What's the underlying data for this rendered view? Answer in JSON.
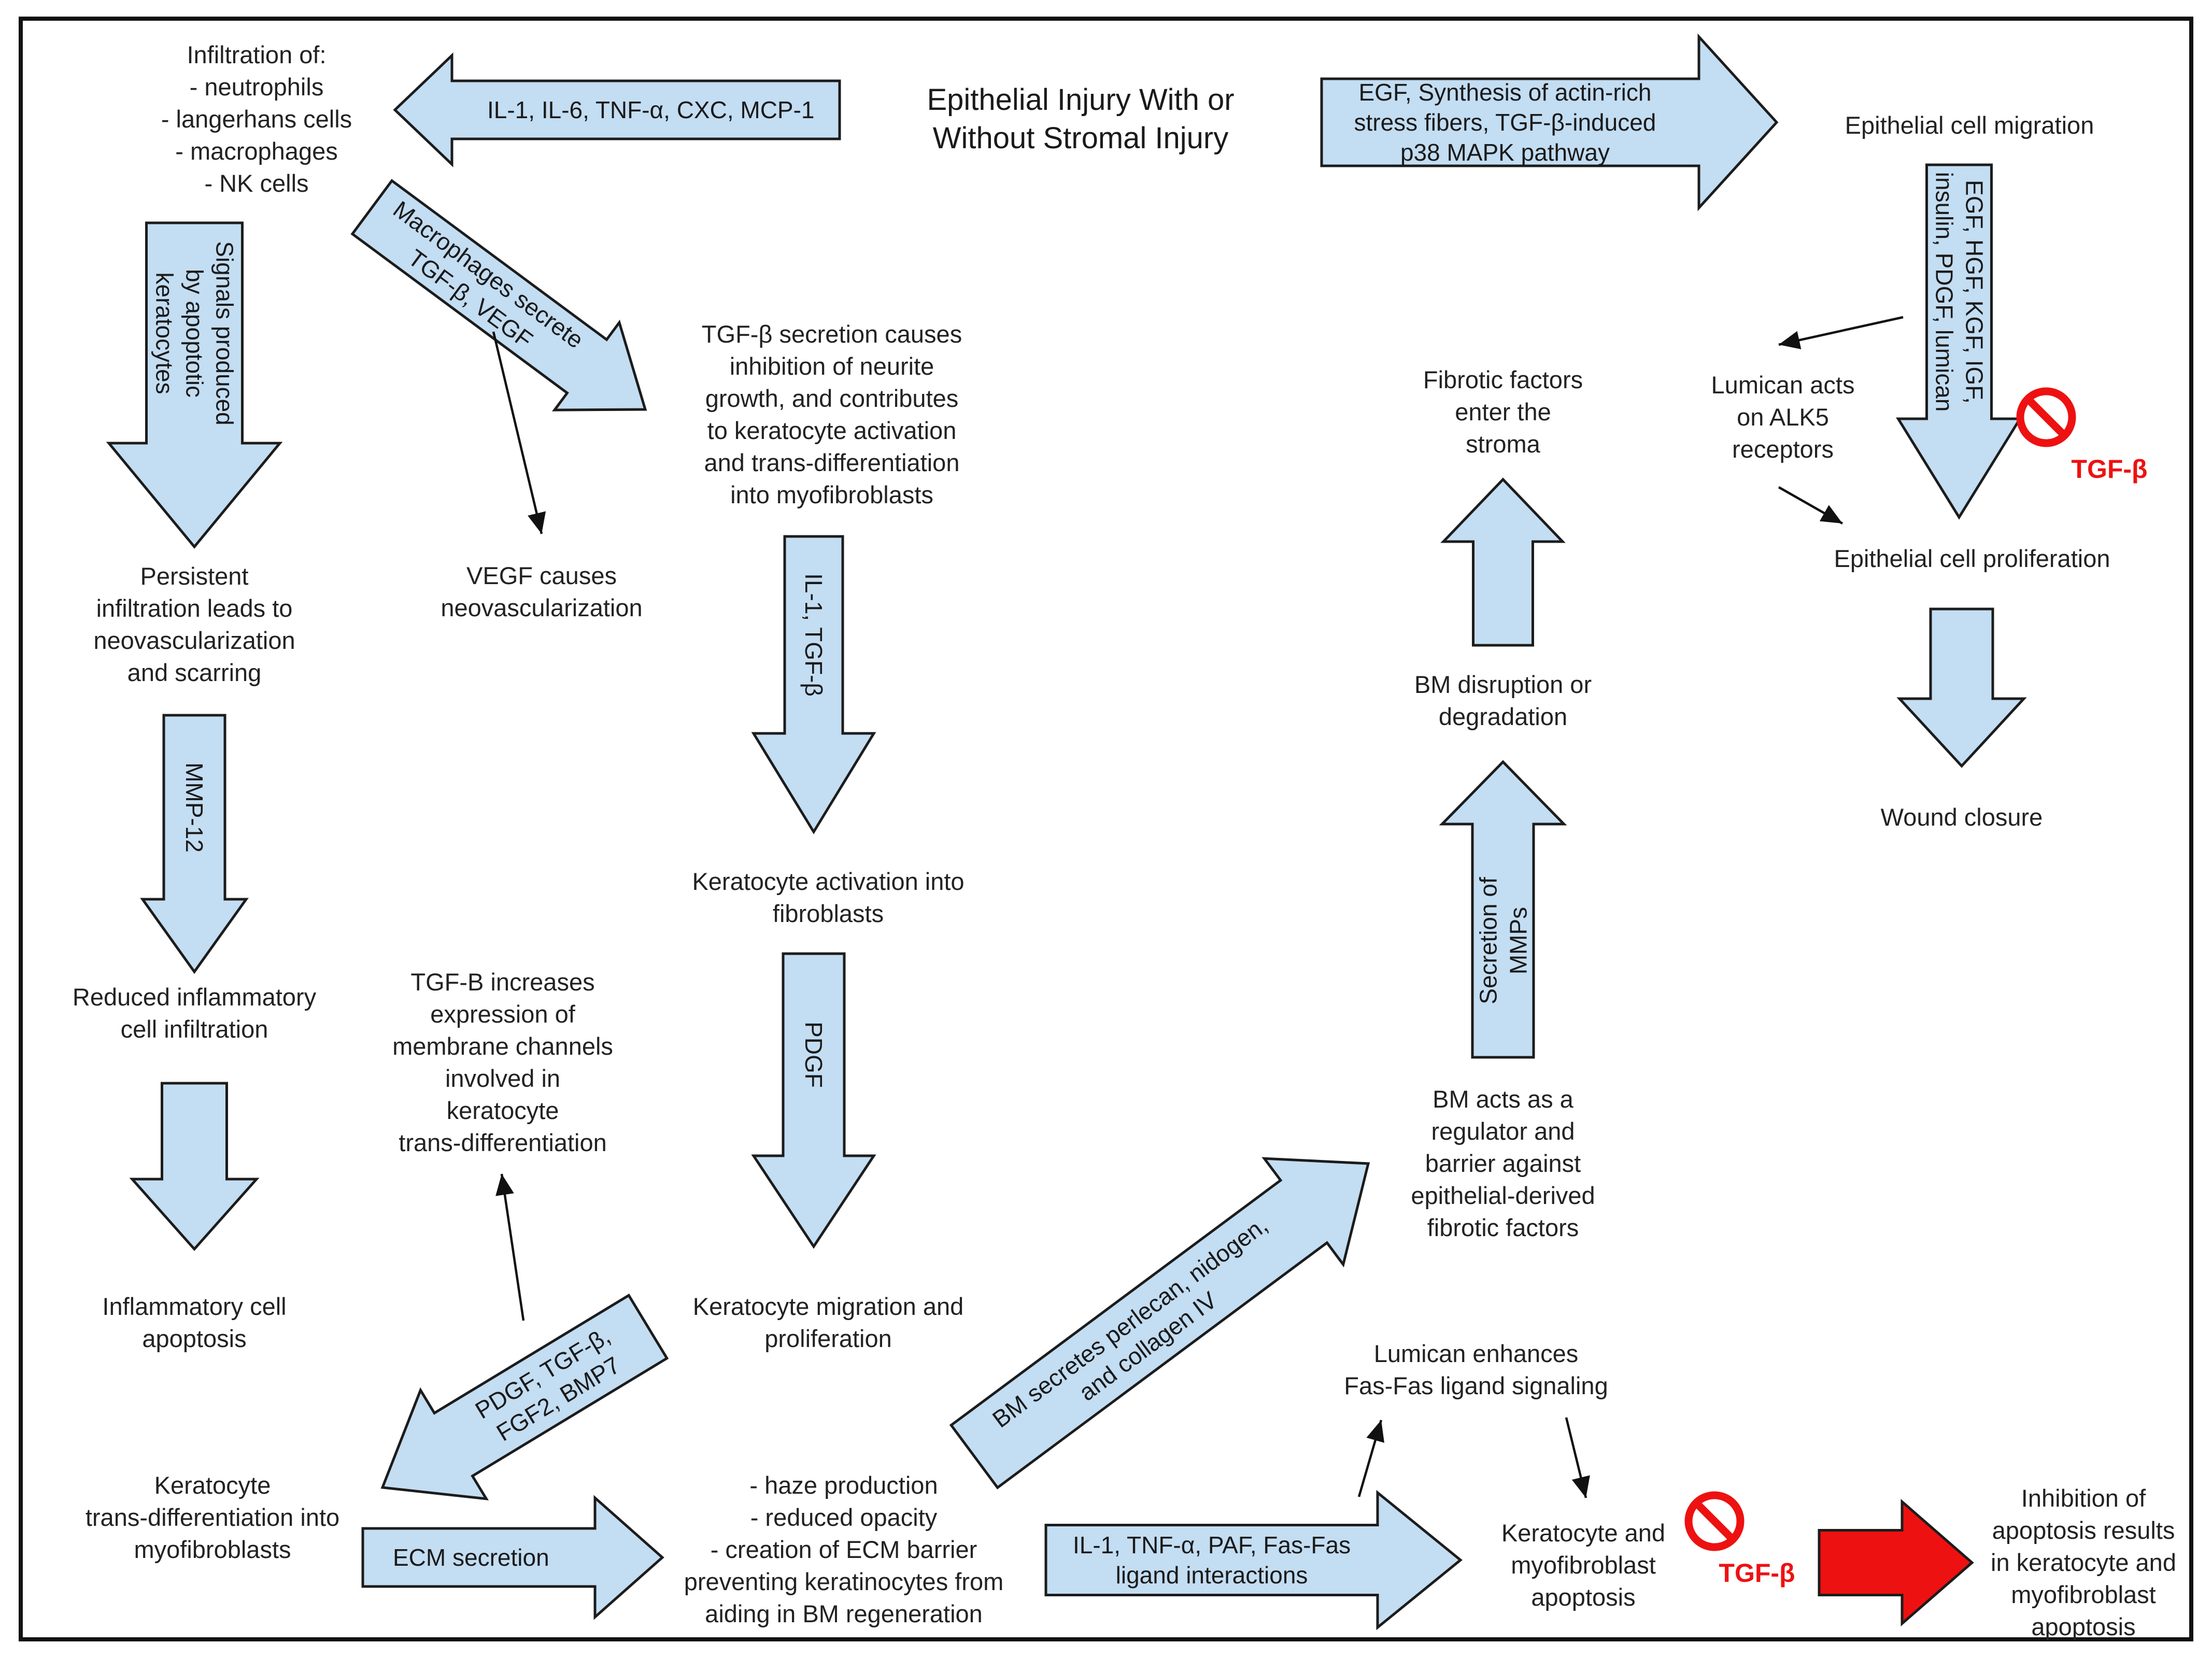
{
  "title": [
    "Epithelial Injury With or",
    "Without Stromal Injury"
  ],
  "colors": {
    "arrow_fill": "#c3ddf2",
    "arrow_stroke": "#1c1c1c",
    "inhibit_red": "#ee1111",
    "text": "#222222"
  },
  "icons": {
    "inhibit": "prohibition-sign-icon"
  },
  "nodes": {
    "infiltration": [
      "Infiltration of:",
      "- neutrophils",
      "- langerhans cells",
      "- macrophages",
      "- NK cells"
    ],
    "epi_migration": [
      "Epithelial cell migration"
    ],
    "tgf_neurite": [
      "TGF-β secretion causes",
      "inhibition of neurite",
      "growth, and contributes",
      "to keratocyte activation",
      "and trans-differentiation",
      "into myofibroblasts"
    ],
    "fibrotic_enter": [
      "Fibrotic factors",
      "enter the",
      "stroma"
    ],
    "lumican_alk5": [
      "Lumican acts",
      "on ALK5",
      "receptors"
    ],
    "persistent": [
      "Persistent",
      "infiltration leads to",
      "neovascularization",
      "and scarring"
    ],
    "vegf_neo": [
      "VEGF causes",
      "neovascularization"
    ],
    "epi_prolif": [
      "Epithelial cell proliferation"
    ],
    "bm_disruption": [
      "BM disruption or",
      "degradation"
    ],
    "wound_closure": [
      "Wound closure"
    ],
    "kera_activation": [
      "Keratocyte activation into",
      "fibroblasts"
    ],
    "reduced_infl": [
      "Reduced inflammatory",
      "cell infiltration"
    ],
    "tgfb_channels": [
      "TGF-B increases",
      "expression of",
      "membrane channels",
      "involved in",
      "keratocyte",
      "trans-differentiation"
    ],
    "bm_regulator": [
      "BM acts as a",
      "regulator and",
      "barrier against",
      "epithelial-derived",
      "fibrotic factors"
    ],
    "infl_apoptosis": [
      "Inflammatory cell",
      "apoptosis"
    ],
    "kera_migration": [
      "Keratocyte migration and",
      "proliferation"
    ],
    "lumican_fas": [
      "Lumican enhances",
      "Fas-Fas ligand signaling"
    ],
    "kera_trans": [
      "Keratocyte",
      "trans-differentiation into",
      "myofibroblasts"
    ],
    "haze": [
      "- haze production",
      "- reduced opacity",
      "- creation of ECM barrier",
      "preventing keratinocytes from",
      "aiding in BM regeneration"
    ],
    "kera_apoptosis": [
      "Keratocyte and",
      "myofibroblast",
      "apoptosis"
    ],
    "inhibition_apoptosis": [
      "Inhibition of",
      "apoptosis results",
      "in keratocyte and",
      "myofibroblast",
      "apoptosis"
    ],
    "tgfb_red_1": [
      "TGF-β"
    ],
    "tgfb_red_2": [
      "TGF-β"
    ]
  },
  "arrows": {
    "il1_il6": [
      "IL-1, IL-6, TNF-α, CXC, MCP-1"
    ],
    "egf_actin": [
      "EGF, Synthesis of actin-rich",
      "stress fibers, TGF-β-induced",
      "p38 MAPK pathway"
    ],
    "signals_apoptotic": [
      "Signals produced",
      "by apoptotic",
      "keratocytes"
    ],
    "macrophages": [
      "Macrophages secrete",
      "TGF-β, VEGF"
    ],
    "egf_hgf": [
      "EGF, HGF, KGF, IGF,",
      "insulin, PDGF, lumican"
    ],
    "il1_tgfb": [
      "IL-1, TGF-β"
    ],
    "mmp12": [
      "MMP-12"
    ],
    "secretion_mmps": [
      "Secretion of",
      "MMPs"
    ],
    "pdgf": [
      "PDGF"
    ],
    "bm_secretes": [
      "BM secretes perlecan, nidogen,",
      "and collagen IV"
    ],
    "pdgf_tgfb": [
      "PDGF, TGF-β,",
      "FGF2, BMP7"
    ],
    "ecm_secretion": [
      "ECM secretion"
    ],
    "il1_tnf_paf": [
      "IL-1, TNF-α, PAF, Fas-Fas",
      "ligand interactions"
    ]
  }
}
